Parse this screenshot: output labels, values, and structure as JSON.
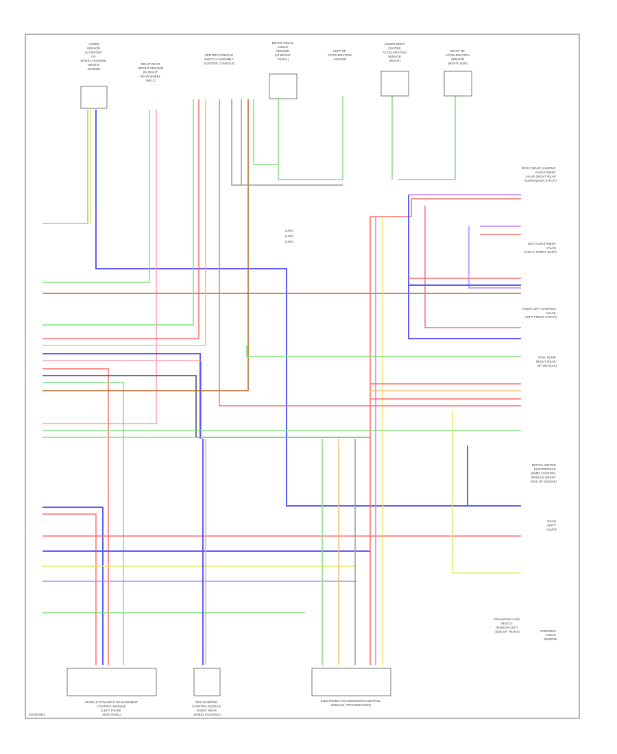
{
  "sheet_id": "W37BA8E3",
  "colors": {
    "green": "#7fe07f",
    "red": "#ff6b6b",
    "blue": "#5a5aff",
    "pink": "#ff9db2",
    "brown": "#b5651d",
    "orange": "#f0c070",
    "yellow": "#e8e86a",
    "gray": "#9a9a9a",
    "violet": "#c080ff",
    "black": "#444444"
  },
  "top_modules": [
    {
      "id": "m1",
      "lines": [
        "LOWER",
        "SENSOR",
        "IN CENTER",
        "OF",
        "WHEEL HOUSING",
        "HEIGHT",
        "SENSOR"
      ]
    },
    {
      "id": "m2",
      "lines": [
        "RIGHT REAR",
        "HEIGHT SENSOR",
        "(IN RIGHT",
        "REAR WHEEL",
        "WELL)"
      ]
    },
    {
      "id": "m3",
      "lines": [
        "CENTER CONSOLE",
        "SWITCH ASSEMBLY",
        "(CENTER CONSOLE)"
      ]
    },
    {
      "id": "m4",
      "lines": [
        "BRAKE PEDAL",
        "ANGLE",
        "SENSOR",
        "(AT BRAKE",
        "PEDAL)"
      ]
    },
    {
      "id": "m5",
      "lines": [
        "LEFT RF",
        "ACCELERATION",
        "SENSOR"
      ]
    },
    {
      "id": "m6",
      "lines": [
        "LOWER BODY",
        "CENTER",
        "ACCELERATION",
        "SENSOR",
        "(RIGHT)"
      ]
    },
    {
      "id": "m7",
      "lines": [
        "RIGHT RF",
        "ACCELERATION",
        "SENSOR",
        "(RIGHT SIDE)"
      ]
    }
  ],
  "bottom_modules": [
    {
      "id": "b1",
      "lines": [
        "VEHICLE DYNAMICS MANAGEMENT",
        "CONTROL MODULE",
        "(LEFT TRUNK",
        "SIDE PANEL)"
      ]
    },
    {
      "id": "b2",
      "lines": [
        "EDC DAMPING",
        "CONTROL MODULE",
        "(RIGHT REAR",
        "WHEEL HOUSING)"
      ]
    },
    {
      "id": "b3",
      "lines": [
        "ELECTRONIC TRANSMISSION CONTROL",
        "MODULE (TRANSMISSION)"
      ]
    }
  ],
  "right_labels": [
    {
      "id": "r1",
      "lines": [
        "RIGHT REAR DAMPING",
        "ADJUSTMENT",
        "VALVE (RIGHT REAR",
        "SUSPENSION STRUT)"
      ]
    },
    {
      "id": "r2",
      "lines": [
        "DSC ADJUSTMENT",
        "VALVE",
        "(RIGHT FRONT SUSP)"
      ]
    },
    {
      "id": "r3",
      "lines": [
        "FRONT LEFT DAMPING",
        "VALVE",
        "(LEFT FRONT STRUT)"
      ]
    },
    {
      "id": "r4",
      "lines": [
        "FUEL PUMP",
        "(RIGHT REAR",
        "OF VEHICLE)"
      ]
    },
    {
      "id": "r5",
      "lines": [
        "DIGITAL MOTOR",
        "ELECTRONICS",
        "(DME) CONTROL",
        "MODULE (RIGHT",
        "SIDE OF ENGINE)"
      ]
    },
    {
      "id": "r6",
      "lines": [
        "GEAR",
        "SHIFT",
        "LEVER"
      ]
    },
    {
      "id": "r7",
      "lines": [
        "TRANSFER CASE",
        "SELECT",
        "SENSOR (LEFT",
        "SIDE OF TRANS)"
      ]
    },
    {
      "id": "r8",
      "lines": [
        "STEERING",
        "ANGLE",
        "SENSOR"
      ]
    }
  ],
  "center_notes": [
    "(LHD)",
    "(LHD)",
    "(LHD)"
  ]
}
